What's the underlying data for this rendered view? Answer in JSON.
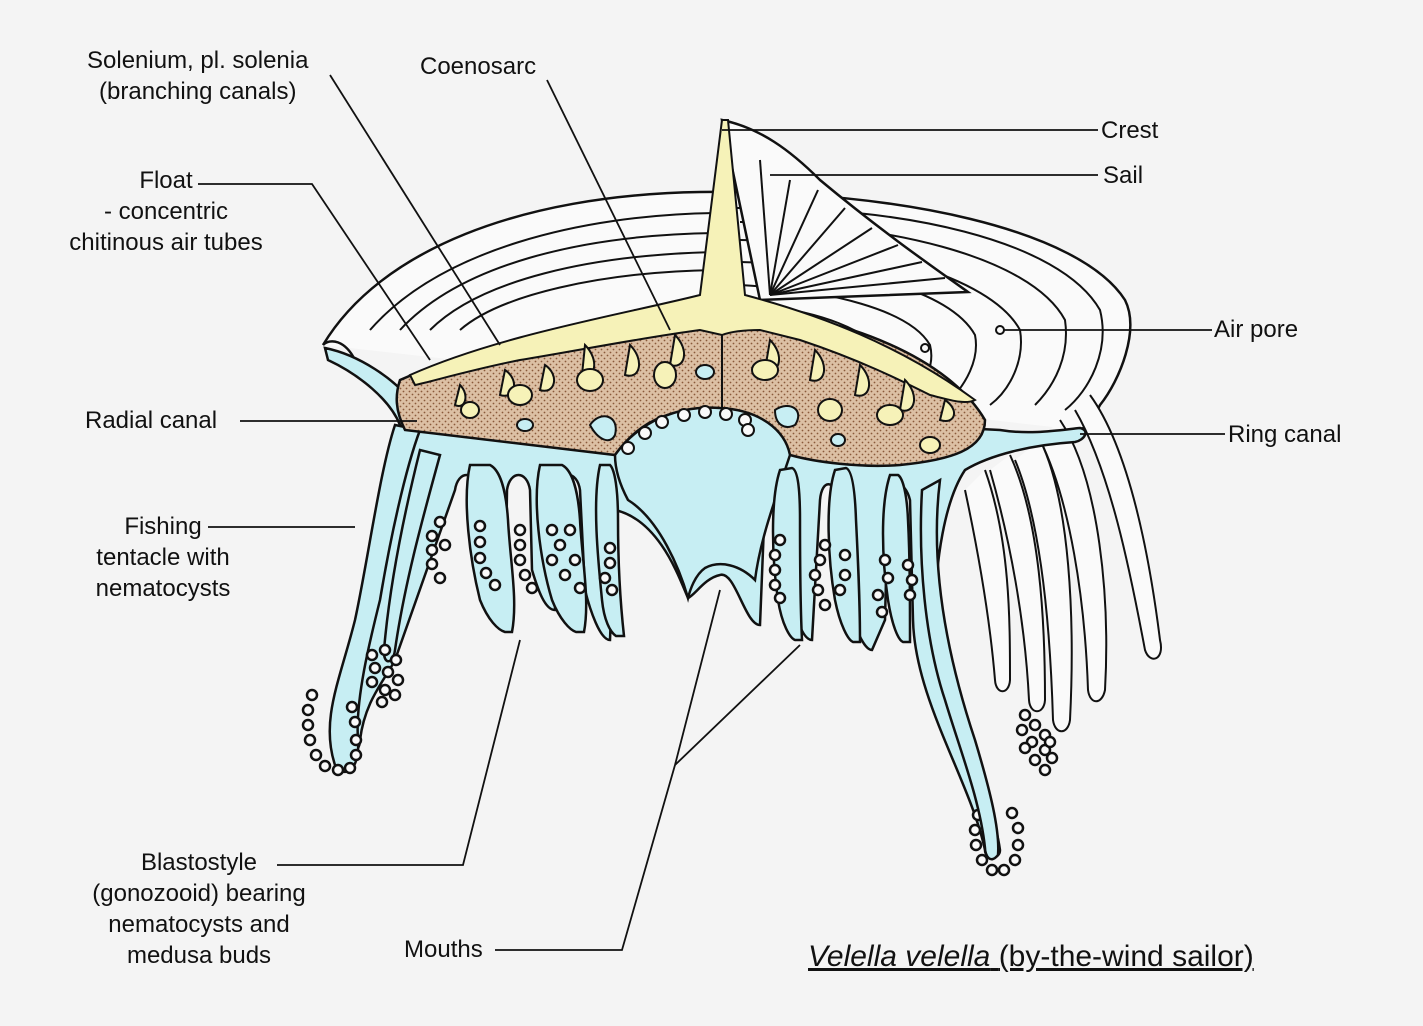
{
  "labels": {
    "solenium": [
      "Solenium, pl. solenia",
      "(branching  canals)"
    ],
    "coenosarc": "Coenosarc",
    "crest": "Crest",
    "sail": "Sail",
    "float": [
      "Float",
      "- concentric",
      "chitinous air tubes"
    ],
    "air_pore": "Air pore",
    "radial_canal": "Radial canal",
    "ring_canal": "Ring canal",
    "fishing_tentacle": [
      "Fishing",
      "tentacle with",
      "nematocysts"
    ],
    "blastostyle": [
      "Blastostyle",
      "(gonozooid) bearing",
      "nematocysts and",
      "medusa buds"
    ],
    "mouths": "Mouths"
  },
  "title": {
    "species": "Velella velella",
    "common": "(by-the-wind sailor)"
  },
  "colors": {
    "background": "#f4f4f4",
    "canal_blue": "#c7eef3",
    "coenosarc_yellow": "#f6f2b8",
    "tissue_brown": "#dcc0a4",
    "outline": "#111111"
  }
}
